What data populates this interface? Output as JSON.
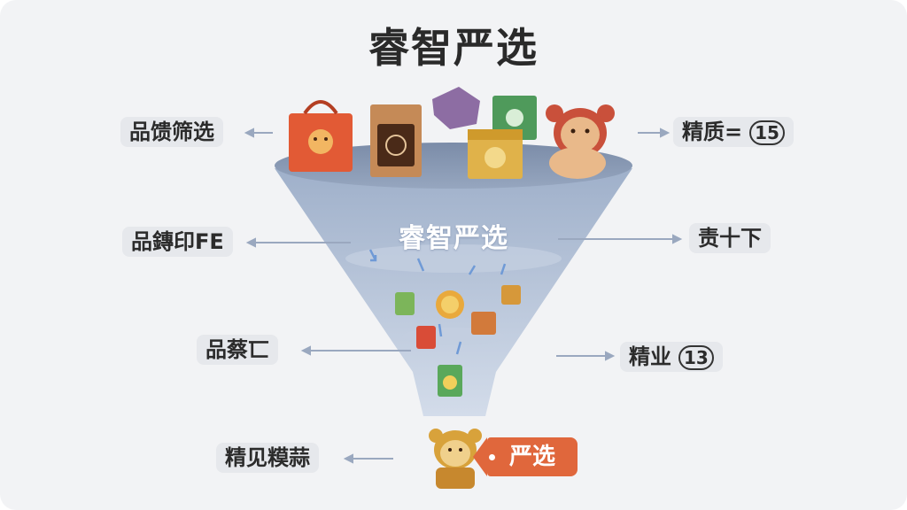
{
  "diagram": {
    "title": "睿智严选",
    "funnel_title": "睿智严选",
    "output_tag": "严选",
    "left_labels": [
      {
        "text": "品馈筛选"
      },
      {
        "text": "品鏄印FE"
      },
      {
        "text": "品蔡匸"
      },
      {
        "text": "精见糢蒜"
      }
    ],
    "right_labels": [
      {
        "text": "精质=",
        "badge": "15"
      },
      {
        "text": "责十下",
        "badge": ""
      },
      {
        "text": "精业",
        "badge": "13"
      }
    ],
    "colors": {
      "funnel_top": "#a9b8cf",
      "funnel_bottom": "#cfd8e8",
      "tag": "#e0673c",
      "arrow": "#9aa8bf"
    },
    "icons": [
      "shopping-bag-icon",
      "coffee-bag-icon",
      "purple-box-icon",
      "green-box-icon",
      "gift-box-icon",
      "plush-bear-icon"
    ]
  }
}
